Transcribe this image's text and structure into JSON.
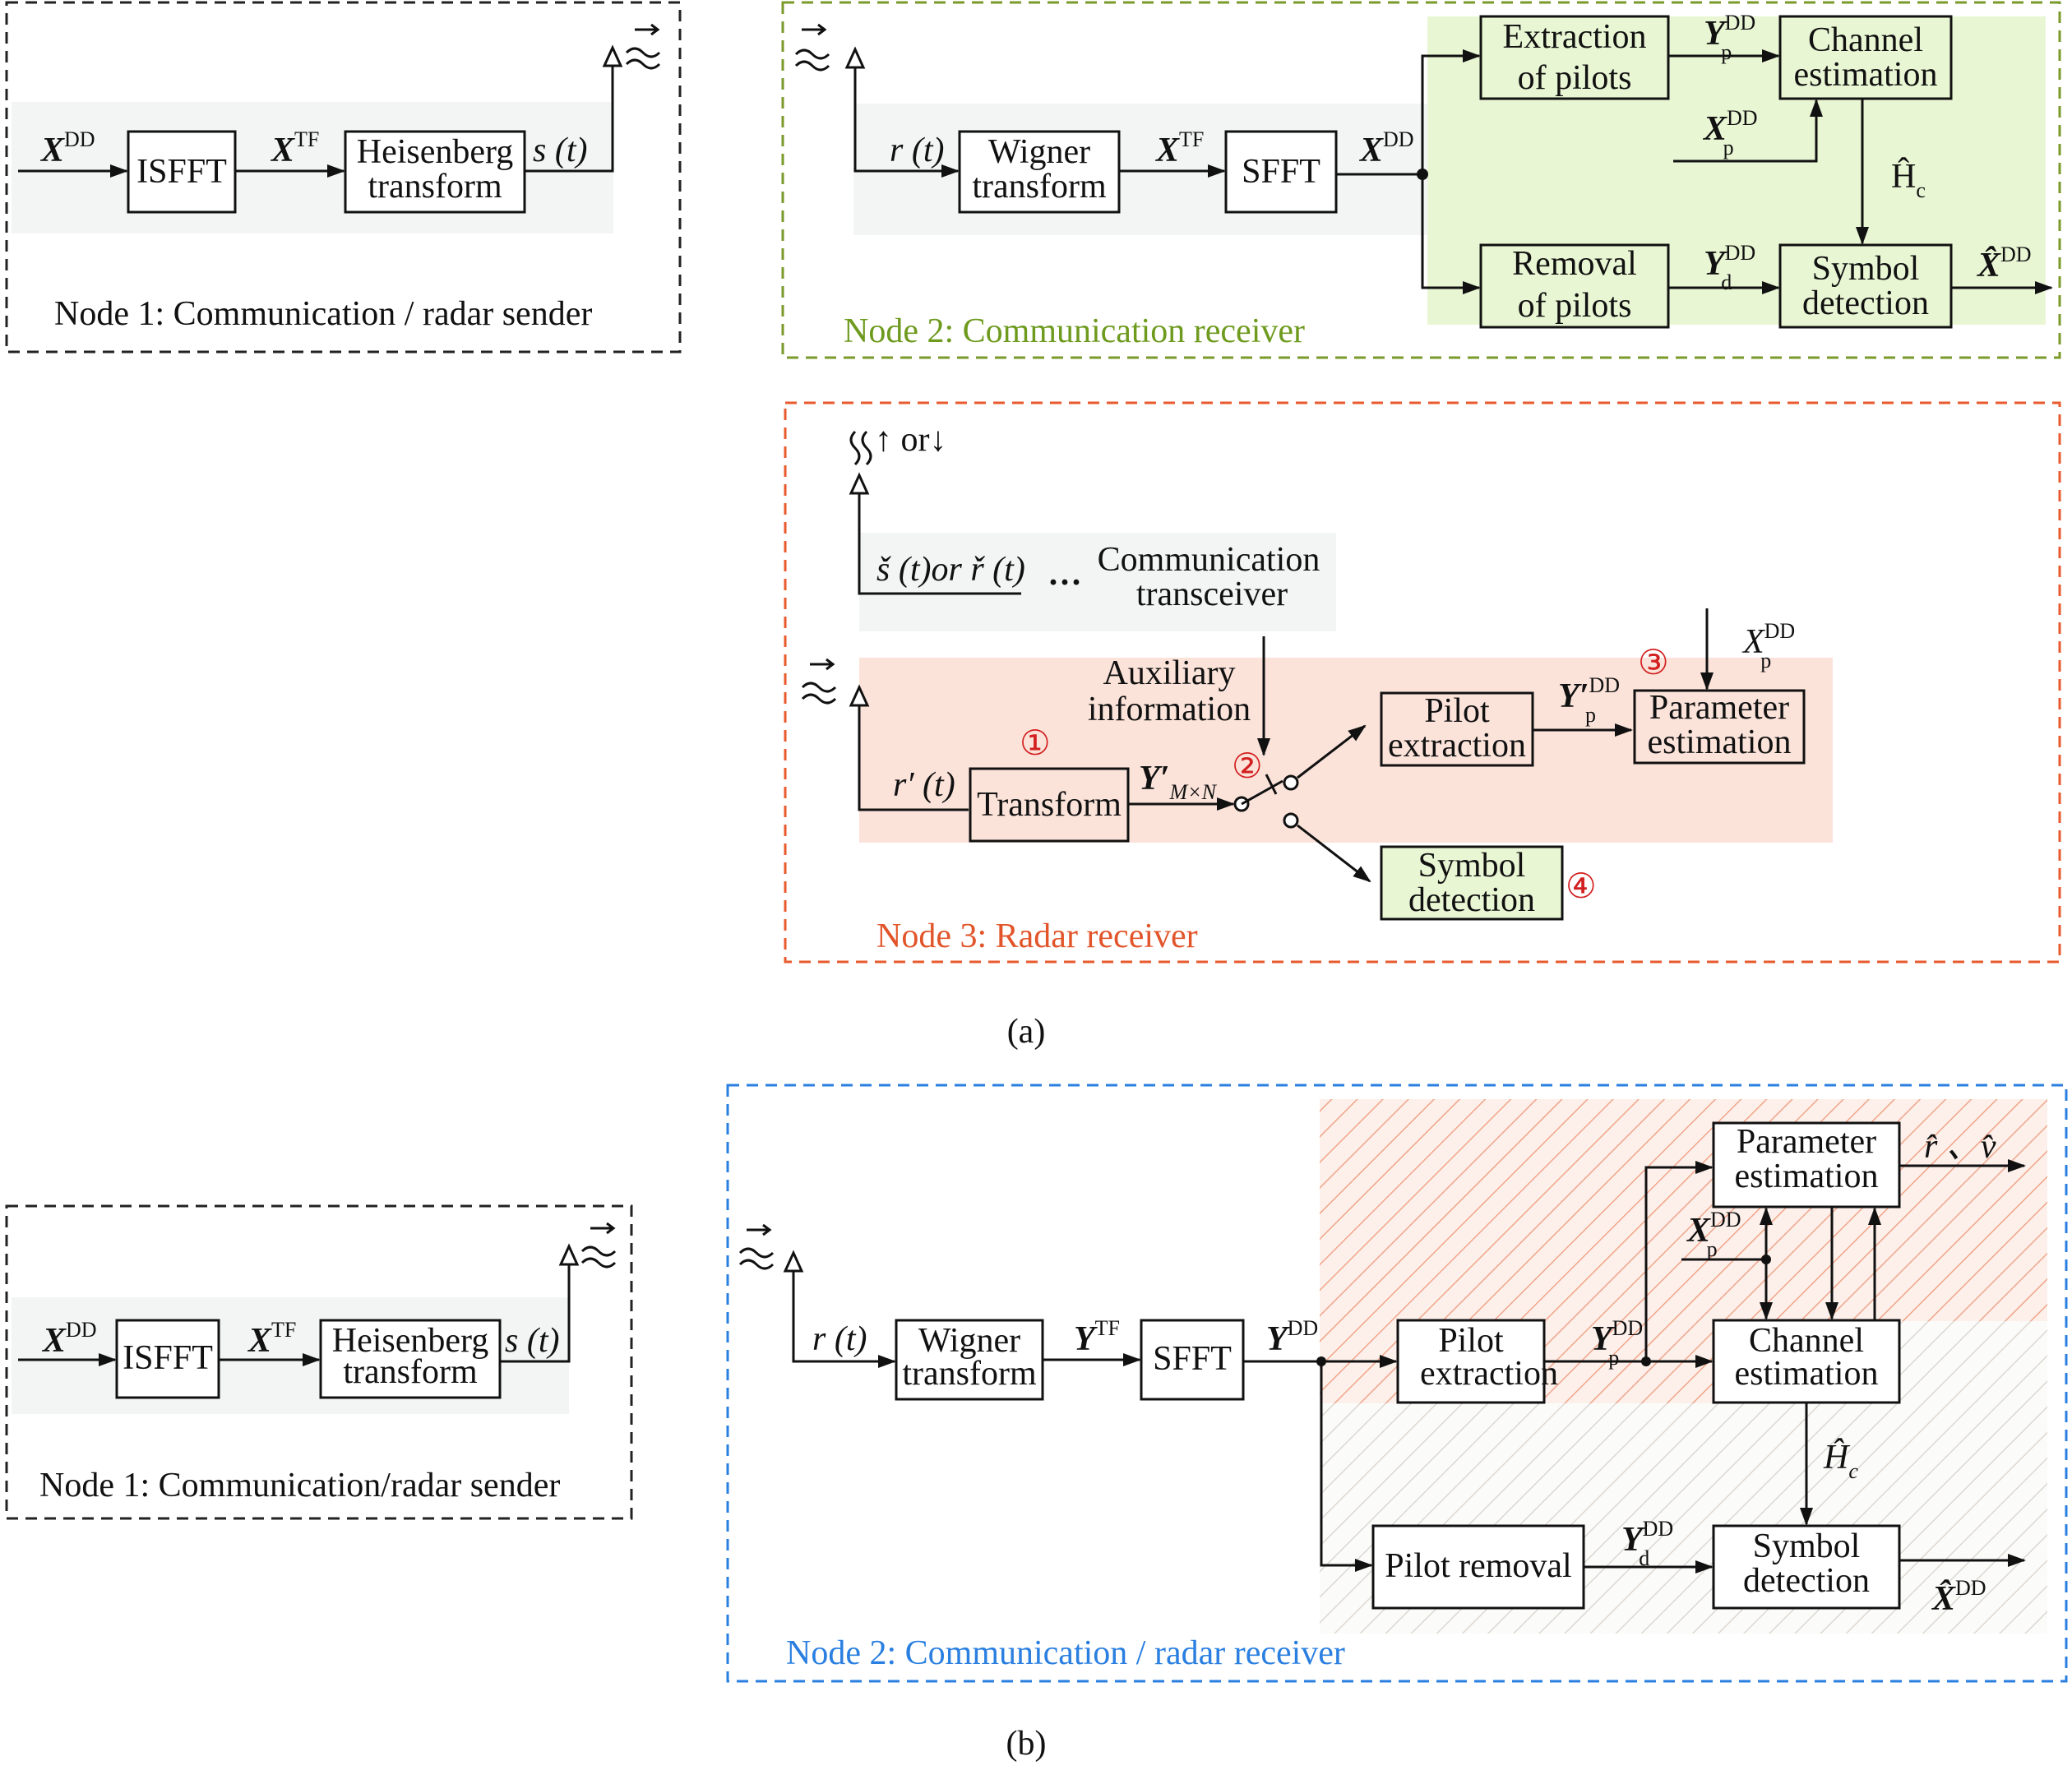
{
  "colors": {
    "node1_border": "#222222",
    "node2a_border": "#7a9a2a",
    "node2a_label": "#6e9a1e",
    "node3_border": "#e85a2e",
    "node3_label": "#e2552a",
    "node2b_border": "#2a7fe0",
    "node2b_label": "#2a7fe0",
    "green_fill": "#e9f6d4",
    "salmon_fill": "#fbe3da",
    "gray_fill": "#f3f5f5",
    "circled_numbers": "#d22020"
  },
  "a": {
    "caption": "(a)",
    "node1": {
      "label": "Node 1: Communication / radar sender",
      "in_signal": "X",
      "in_sup": "DD",
      "isfft": "ISFFT",
      "mid_signal": "X",
      "mid_sup": "TF",
      "heisenberg_1": "Heisenberg",
      "heisenberg_2": "transform",
      "out_signal": "s (t)"
    },
    "node2": {
      "label": "Node 2: Communication receiver",
      "rt": "r (t)",
      "wigner_1": "Wigner",
      "wigner_2": "transform",
      "xtf": "X",
      "xtf_sup": "TF",
      "sfft": "SFFT",
      "xdd": "X",
      "xdd_sup": "DD",
      "extraction_1": "Extraction",
      "extraction_2": "of pilots",
      "yp": "Y",
      "yp_sup": "DD",
      "yp_sub": "p",
      "channel_1": "Channel",
      "channel_2": "estimation",
      "xp": "X",
      "xp_sup": "DD",
      "xp_sub": "p",
      "hc": "Ĥ",
      "hc_sub": "c",
      "removal_1": "Removal",
      "removal_2": "of pilots",
      "yd": "Y",
      "yd_sup": "DD",
      "yd_sub": "d",
      "symbol_1": "Symbol",
      "symbol_2": "detection",
      "xhat": "X̂",
      "xhat_sup": "DD"
    },
    "node3": {
      "label": "Node 3: Radar receiver",
      "top_arrows": "↑ or↓",
      "s_or_r": "š (t)or ř (t)",
      "dots": "···",
      "comm_1": "Communication",
      "comm_2": "transceiver",
      "aux_1": "Auxiliary",
      "aux_2": "information",
      "rprime": "r′ (t)",
      "transform": "Transform",
      "ymn": "Y′",
      "ymn_sub": "M×N",
      "pilot_1": "Pilot",
      "pilot_2": "extraction",
      "yp": "Y′",
      "yp_sup": "DD",
      "yp_sub": "p",
      "xp": "X",
      "xp_sup": "DD",
      "xp_sub": "p",
      "param_1": "Parameter",
      "param_2": "estimation",
      "symbol_1": "Symbol",
      "symbol_2": "detection",
      "c1": "①",
      "c2": "②",
      "c3": "③",
      "c4": "④"
    }
  },
  "b": {
    "caption": "(b)",
    "node1": {
      "label": "Node 1: Communication/radar sender",
      "in_signal": "X",
      "in_sup": "DD",
      "isfft": "ISFFT",
      "mid_signal": "X",
      "mid_sup": "TF",
      "heisenberg_1": "Heisenberg",
      "heisenberg_2": "transform",
      "out_signal": "s (t)"
    },
    "node2": {
      "label": "Node 2: Communication / radar receiver",
      "rt": "r (t)",
      "wigner_1": "Wigner",
      "wigner_2": "transform",
      "ytf": "Y",
      "ytf_sup": "TF",
      "sfft": "SFFT",
      "ydd": "Y",
      "ydd_sup": "DD",
      "pilot_ext_1": "Pilot",
      "pilot_ext_2": "extraction",
      "yp": "Y",
      "yp_sup": "DD",
      "yp_sub": "p",
      "param_1": "Parameter",
      "param_2": "estimation",
      "rv": "r̂ 、v̂",
      "xp": "X",
      "xp_sup": "DD",
      "xp_sub": "p",
      "channel_1": "Channel",
      "channel_2": "estimation",
      "hc": "Ĥ",
      "hc_sub": "c",
      "pilot_removal": "Pilot removal",
      "yd": "Y",
      "yd_sup": "DD",
      "yd_sub": "d",
      "symbol_1": "Symbol",
      "symbol_2": "detection",
      "xhat": "X̂",
      "xhat_sup": "DD"
    }
  }
}
